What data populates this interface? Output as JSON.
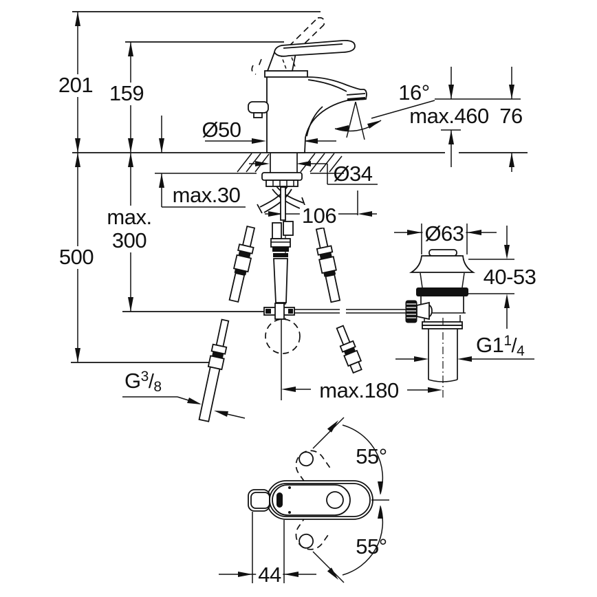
{
  "title": "Single-lever basin mixer installation drawing",
  "dims": {
    "h201": "201",
    "h159": "159",
    "d50": "Ø50",
    "a16": "16°",
    "max460": "max.460",
    "h76": "76",
    "d34": "Ø34",
    "max30": "max.30",
    "max300a": "max.",
    "max300b": "300",
    "h500": "500",
    "p106": "106",
    "d63": "Ø63",
    "r4053": "40-53",
    "waste_thread": {
      "base": "G1",
      "sup": "1",
      "slash": "/",
      "sub": "4"
    },
    "supply_thread": {
      "base": "G",
      "sup": "3",
      "slash": "/",
      "sub": "8"
    },
    "max180": "max.180",
    "a55u": "55°",
    "a55l": "55°",
    "w44": "44"
  }
}
